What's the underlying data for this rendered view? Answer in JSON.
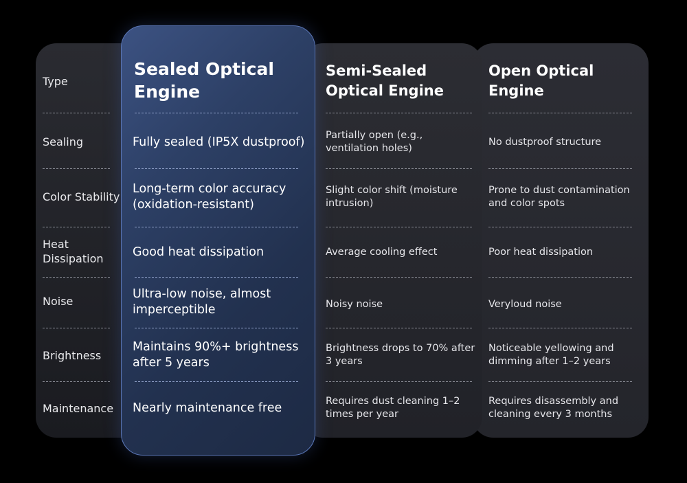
{
  "columns": {
    "label_header": "Type",
    "sealed": "Sealed Optical Engine",
    "semi": "Semi-Sealed Optical Engine",
    "open": "Open Optical Engine"
  },
  "rows": [
    {
      "label": "Sealing",
      "sealed": "Fully sealed (IP5X dustproof)",
      "semi": "Partially open (e.g., ventilation holes)",
      "open": "No dustproof structure"
    },
    {
      "label": "Color Stability",
      "sealed": "Long-term color accuracy (oxidation-resistant)",
      "semi": "Slight color shift (moisture intrusion)",
      "open": "Prone to dust contamination and color spots"
    },
    {
      "label": "Heat Dissipation",
      "sealed": "Good heat dissipation",
      "semi": "Average cooling effect",
      "open": "Poor heat dissipation"
    },
    {
      "label": "Noise",
      "sealed": "Ultra-low noise, almost imperceptible",
      "semi": "Noisy noise",
      "open": "Veryloud noise"
    },
    {
      "label": "Brightness",
      "sealed": "Maintains 90%+ brightness after 5 years",
      "semi": "Brightness drops to 70% after 3 years",
      "open": "Noticeable yellowing and dimming after 1–2 years"
    },
    {
      "label": "Maintenance",
      "sealed": "Nearly maintenance free",
      "semi": "Requires dust cleaning 1–2 times per year",
      "open": "Requires disassembly and cleaning every 3 months"
    }
  ]
}
